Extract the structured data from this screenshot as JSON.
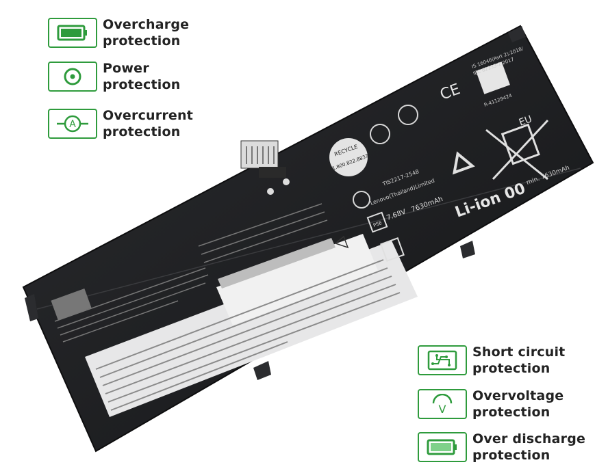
{
  "features_left": [
    {
      "line1": "Overcharge",
      "line2": "protection",
      "icon": "battery-full-icon"
    },
    {
      "line1": "Power",
      "line2": "protection",
      "icon": "power-circle-icon"
    },
    {
      "line1": "Overcurrent",
      "line2": "protection",
      "icon": "ammeter-icon"
    }
  ],
  "features_right": [
    {
      "line1": "Short circuit",
      "line2": "protection",
      "icon": "circuit-board-icon"
    },
    {
      "line1": "Overvoltage",
      "line2": "protection",
      "icon": "voltmeter-icon"
    },
    {
      "line1": "Over discharge",
      "line2": "protection",
      "icon": "battery-discharge-icon"
    }
  ],
  "battery": {
    "recycle_badge": "RECYCLE",
    "recycle_phone": "1.800.822.8837",
    "ce": "CE",
    "eu": "EU",
    "li_ion": "Li-ion 00",
    "voltage": "7.68V",
    "capacity": "7630mAh",
    "min_capacity": "min. 7630mAh",
    "model_code": "TIS2217-2548",
    "standard_1": "IS 16046(Part 2):2018/",
    "standard_2": "IEC 62133-2:2017",
    "cert": "R-41129424",
    "maker": "Lenovo(Thailand)Limited",
    "pse": "PSE"
  },
  "colors": {
    "accent": "#2e9b3c",
    "battery_body": "#1e1f22",
    "label_bg": "#e9e9ea"
  }
}
